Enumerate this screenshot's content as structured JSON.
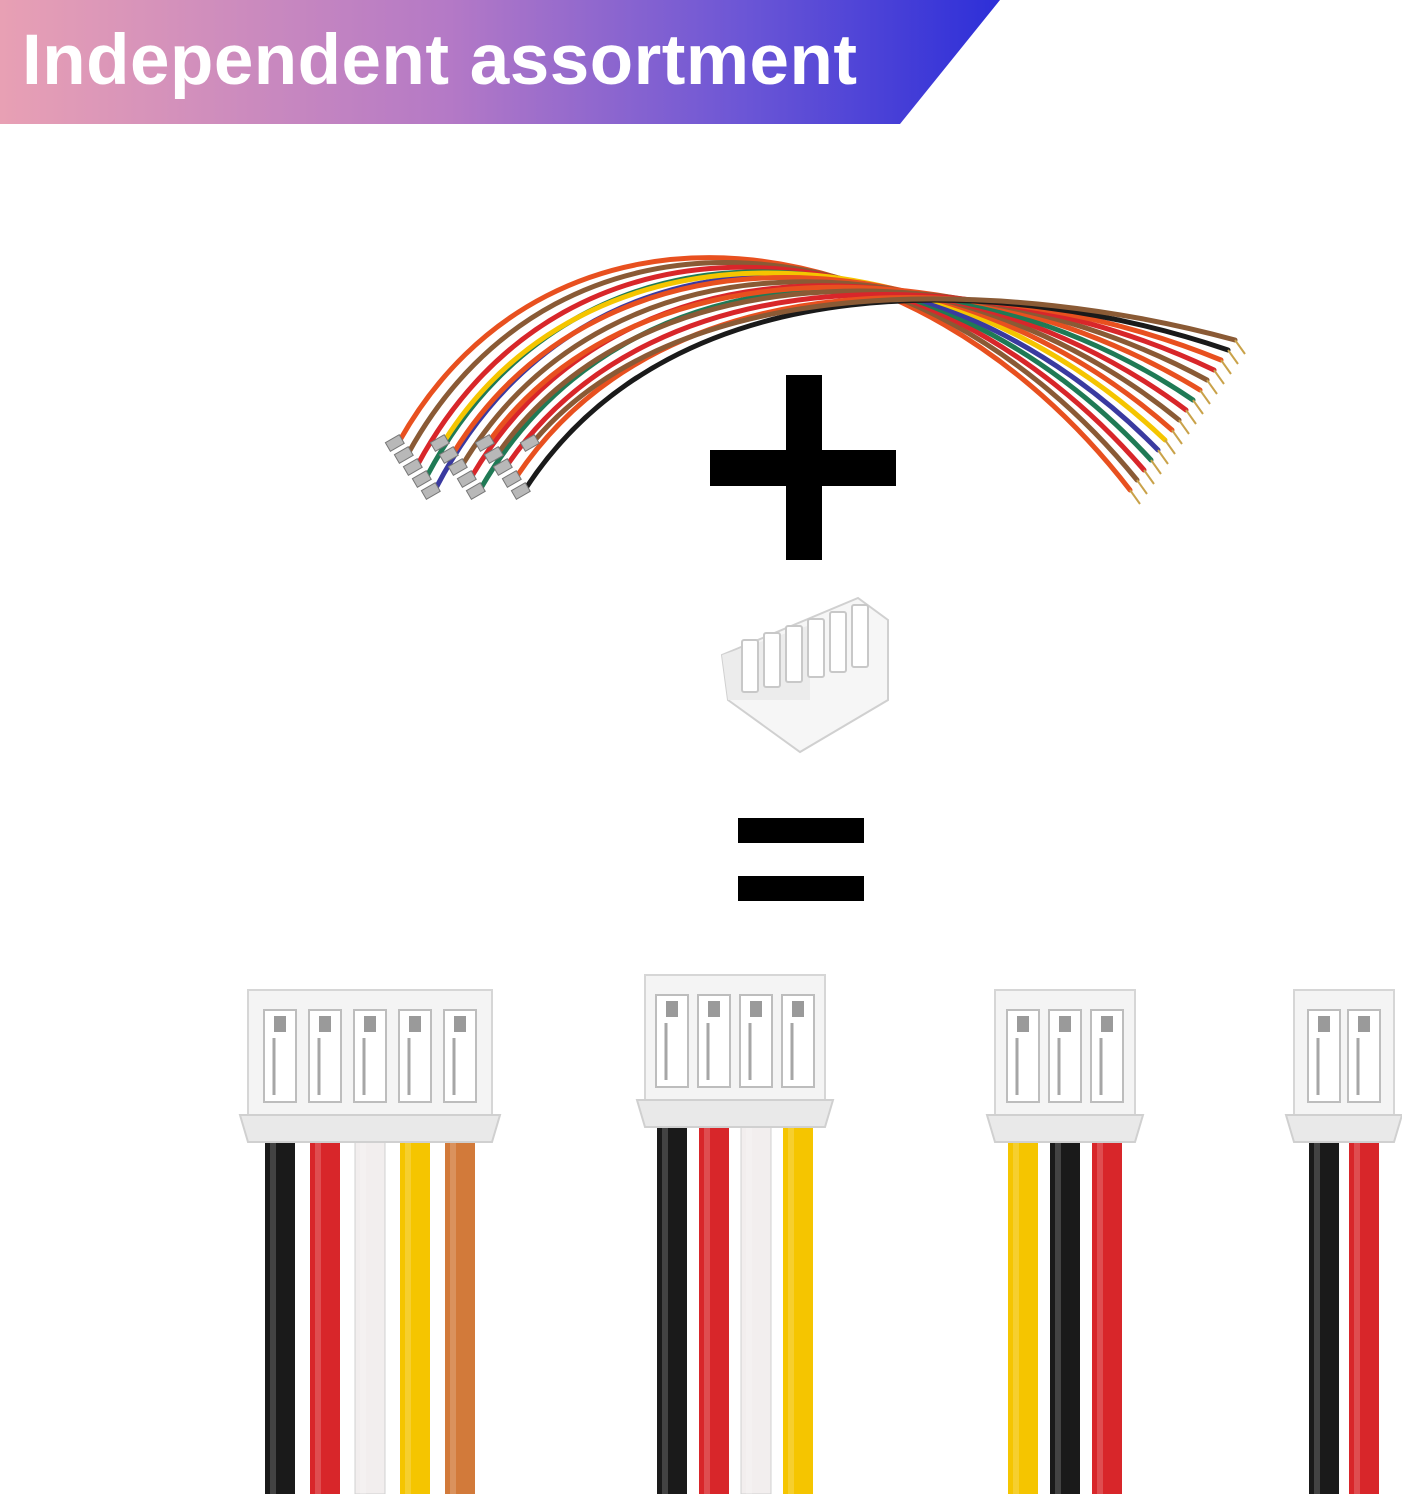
{
  "banner": {
    "title": "Independent assortment"
  },
  "operators": {
    "plus": "+",
    "equals": "="
  },
  "parts": {
    "wires": {
      "name": "pre-crimped wire bundle"
    },
    "housing": {
      "name": "white connector housing"
    }
  },
  "results": [
    {
      "pins": 5,
      "wire_colors": [
        "#1a1a1a",
        "#d8262a",
        "#f2eeee",
        "#f5c500",
        "#d27a3a"
      ]
    },
    {
      "pins": 4,
      "wire_colors": [
        "#1a1a1a",
        "#d8262a",
        "#f2eeee",
        "#f5c500"
      ]
    },
    {
      "pins": 3,
      "wire_colors": [
        "#f5c500",
        "#1a1a1a",
        "#d8262a"
      ]
    },
    {
      "pins": 2,
      "wire_colors": [
        "#1a1a1a",
        "#d8262a"
      ]
    }
  ],
  "colors": {
    "banner_start": "#e8a0b4",
    "banner_end": "#2d2fd8",
    "symbol": "#000000"
  }
}
